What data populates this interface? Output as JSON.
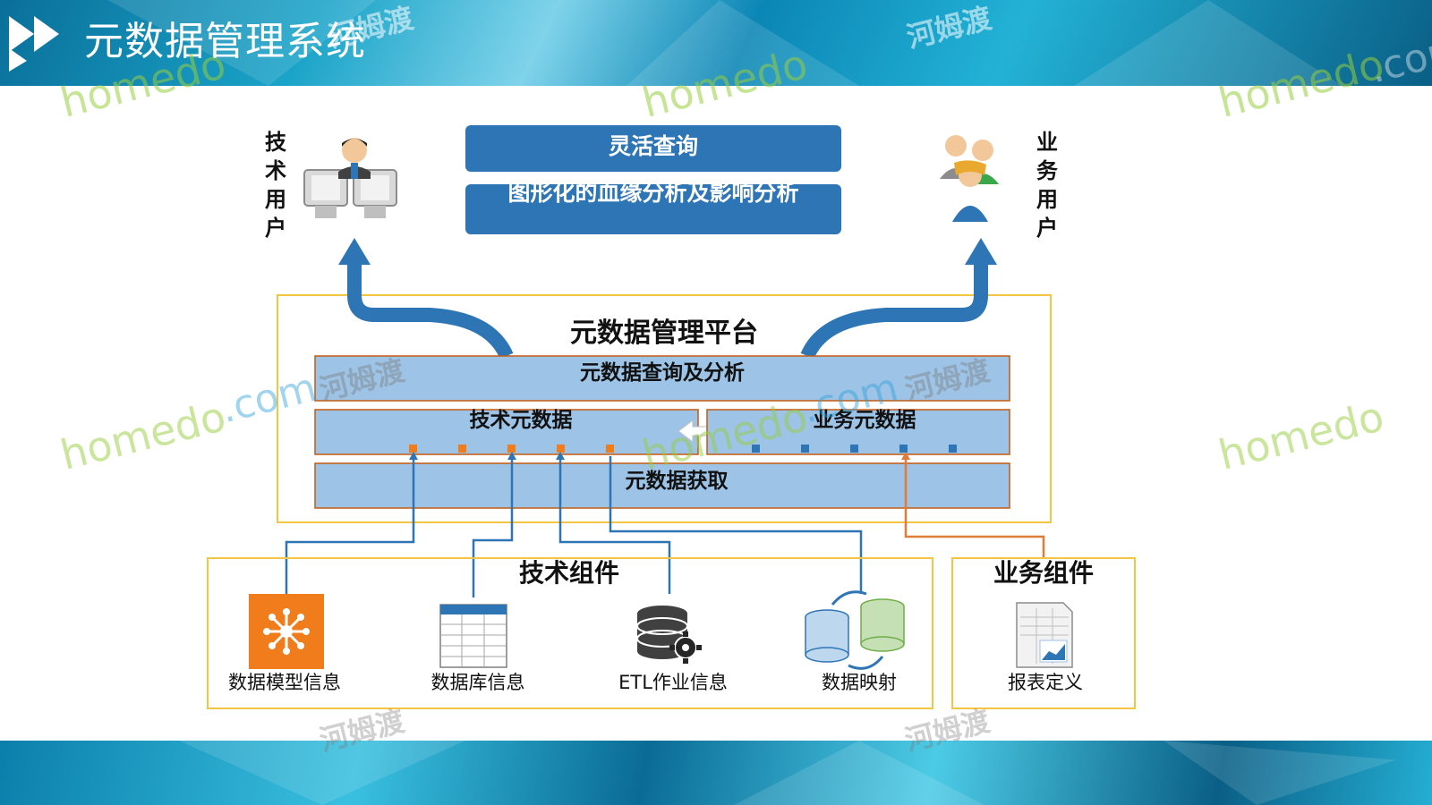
{
  "title": "元数据管理系统",
  "users": {
    "tech_label": "技术用户",
    "biz_label": "业务用户"
  },
  "top_boxes": {
    "flexible_query": "灵活查询",
    "lineage": "图形化的血缘分析及影响分析"
  },
  "platform": {
    "title": "元数据管理平台",
    "query_analysis": "元数据查询及分析",
    "tech_metadata": "技术元数据",
    "biz_metadata": "业务元数据",
    "acquisition": "元数据获取"
  },
  "tech_components": {
    "title": "技术组件",
    "items": [
      "数据模型信息",
      "数据库信息",
      "ETL作业信息",
      "数据映射"
    ]
  },
  "biz_components": {
    "title": "业务组件",
    "items": [
      "报表定义"
    ]
  },
  "watermark": {
    "cn": "河姆渡",
    "en": "homedo",
    "dotcom": ".com"
  },
  "colors": {
    "primary_blue": "#2e75b6",
    "light_blue_bar": "#9dc3e6",
    "bar_border": "#c55a11",
    "frame_yellow": "#f4c542",
    "orange_icon": "#f07c1b",
    "connector_blue": "#2e75b6",
    "connector_orange": "#e07b39"
  }
}
